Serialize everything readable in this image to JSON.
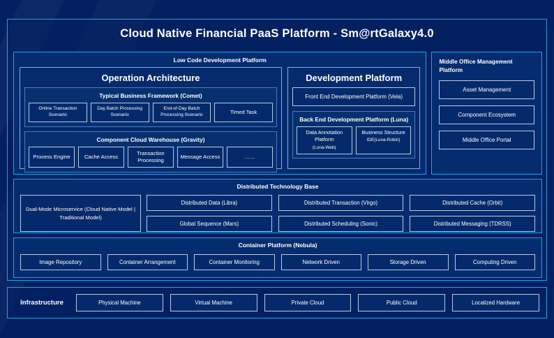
{
  "header": {
    "title": "Cloud Native Financial PaaS Platform - Sm@rtGalaxy4.0"
  },
  "colors": {
    "page_background": "#032060",
    "accent_cyan": "#18A5E8",
    "panel_fill": "#052B6E",
    "chip_border": "#B9C9E8",
    "text": "#FFFFFF"
  },
  "low_code": {
    "title": "Low Code Development Platform",
    "operation_architecture": {
      "title": "Operation Architecture",
      "groups": [
        {
          "title": "Typical Business Framework (Comet)",
          "items": [
            "Online Transaction Scenario",
            "Day Batch Processing Scenario",
            "End-of-Day Batch Processing Scenario",
            "Timed Task"
          ]
        },
        {
          "title": "Component Cloud Warehouse (Gravity)",
          "items": [
            "Process Engine",
            "Cache Access",
            "Transaction Processing",
            "Message Access",
            "……"
          ]
        }
      ]
    },
    "development_platform": {
      "title": "Development Platform",
      "front_end": "Front End Development Platform (Vela)",
      "back_end": {
        "title": "Back End Development Platform (Luna)",
        "items": [
          {
            "name": "Data Annotation Platform",
            "sub": "(Luna-Web)"
          },
          {
            "name": "Business Structure",
            "sub": "IDE(Luna-Robin)"
          }
        ]
      }
    }
  },
  "middle_office": {
    "title": "Middle Office Management Platform",
    "items": [
      "Asset Management",
      "Component Ecosystem",
      "Middle Office Portal"
    ]
  },
  "distributed_technology_base": {
    "title": "Distributed Technology Base",
    "highlight": "Dual-Mode Microservice (Cloud Native Model | Traditional Model)",
    "columns": [
      [
        "Distributed Data (Libra)",
        "Global Sequence (Mars)"
      ],
      [
        "Distributed Transaction (Virgo)",
        "Distributed Scheduling (Sonic)"
      ],
      [
        "Distributed Cache (Orbit)",
        "Distributed Messaging (TDRSS)"
      ]
    ]
  },
  "container_platform": {
    "title": "Container Platform (Nebula)",
    "items": [
      "Image Repository",
      "Container Arrangement",
      "Container Monitoring",
      "Network Driven",
      "Storage Driven",
      "Computing Driven"
    ]
  },
  "infrastructure": {
    "label": "Infrastructure",
    "items": [
      "Physical Machine",
      "Virtual Machine",
      "Private Cloud",
      "Public Cloud",
      "Localized Hardware"
    ]
  }
}
